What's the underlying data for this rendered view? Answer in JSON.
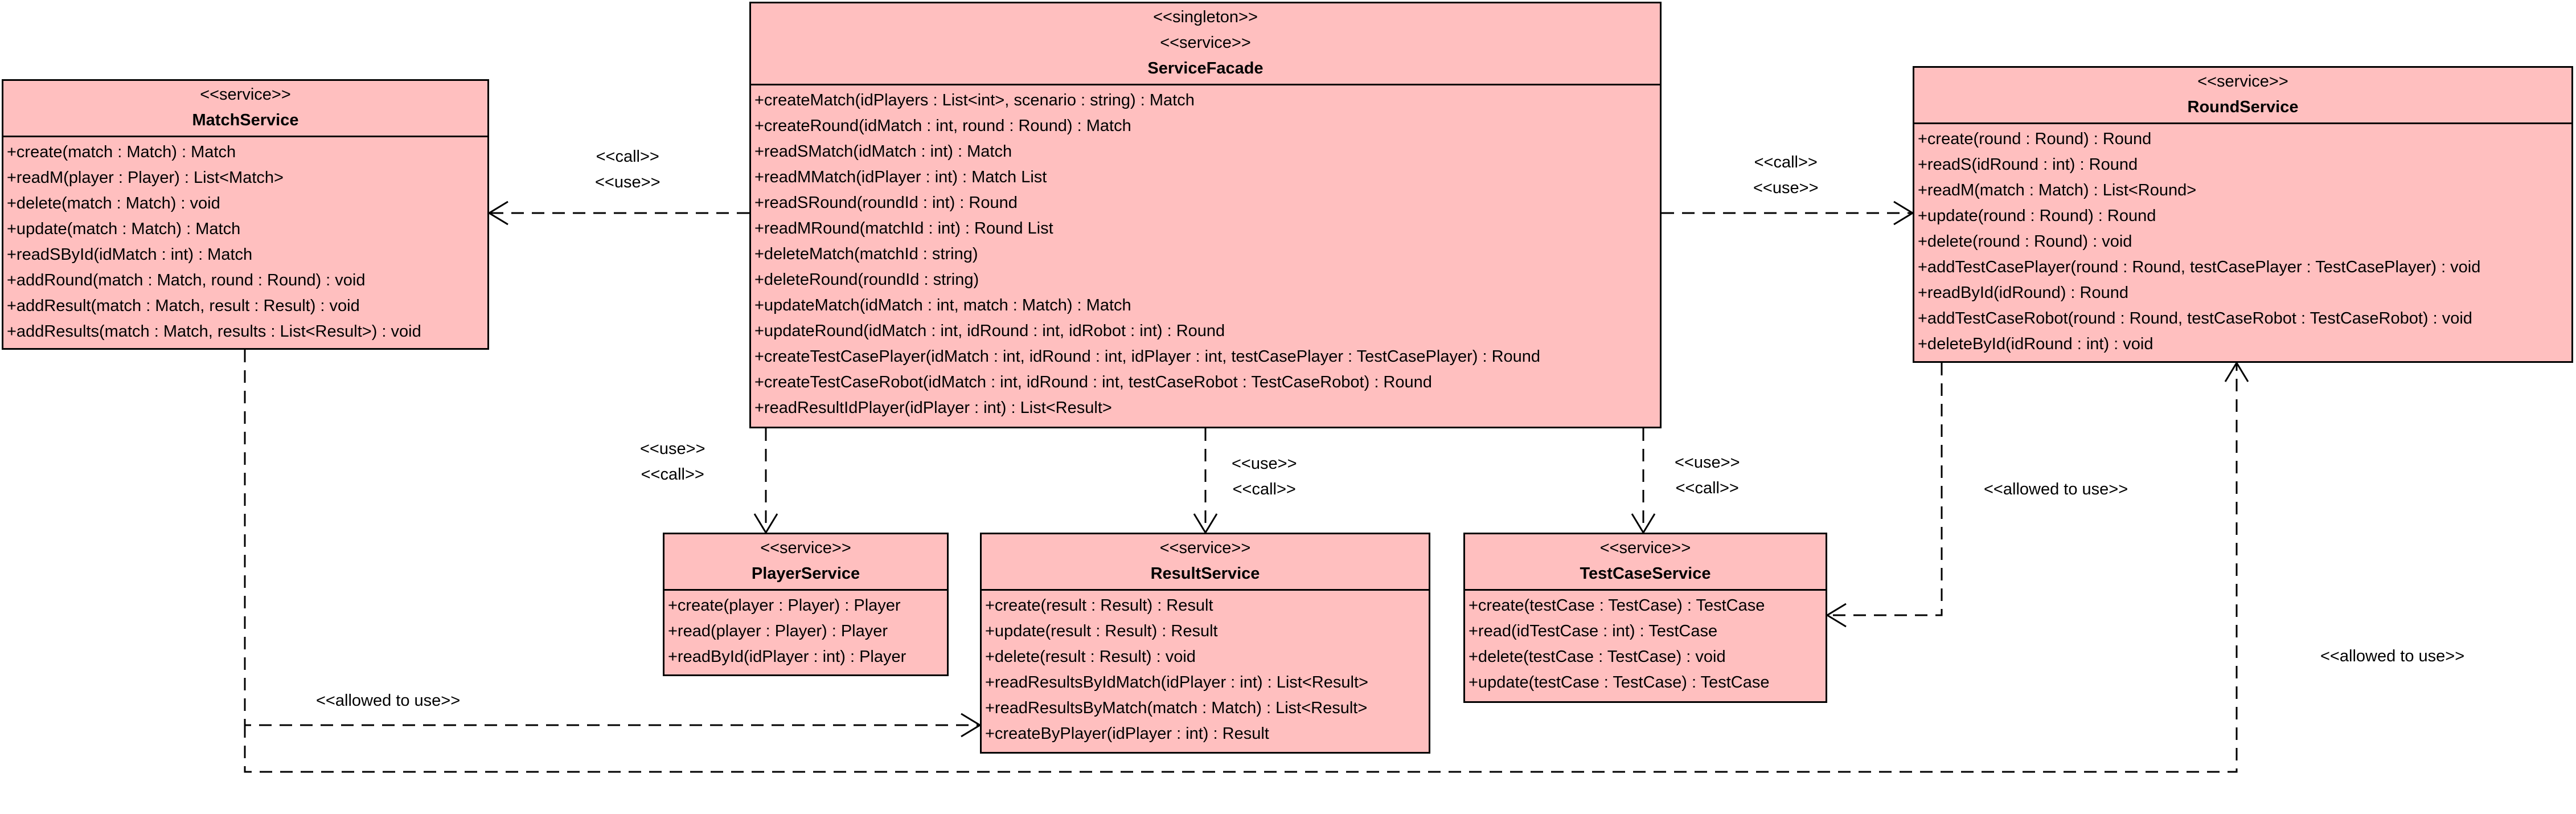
{
  "classes": {
    "facade": {
      "stereotypes": [
        "<<singleton>>",
        "<<service>>"
      ],
      "name": "ServiceFacade",
      "operations": [
        "+createMatch(idPlayers : List<int>, scenario : string) : Match",
        "+createRound(idMatch : int, round : Round) : Match",
        "+readSMatch(idMatch : int) : Match",
        "+readMMatch(idPlayer : int) : Match List",
        "+readSRound(roundId : int) : Round",
        "+readMRound(matchId : int) : Round List",
        "+deleteMatch(matchId : string)",
        "+deleteRound(roundId : string)",
        "+updateMatch(idMatch : int, match : Match) : Match",
        "+updateRound(idMatch : int, idRound : int, idRobot : int) : Round",
        "+createTestCasePlayer(idMatch : int, idRound : int, idPlayer : int, testCasePlayer : TestCasePlayer) : Round",
        "+createTestCaseRobot(idMatch : int, idRound : int, testCaseRobot : TestCaseRobot) : Round",
        "+readResultIdPlayer(idPlayer : int) : List<Result>"
      ]
    },
    "match": {
      "stereotype": "<<service>>",
      "name": "MatchService",
      "operations": [
        "+create(match : Match) : Match",
        "+readM(player : Player) : List<Match>",
        "+delete(match : Match) : void",
        "+update(match : Match) : Match",
        "+readSById(idMatch : int) : Match",
        "+addRound(match : Match, round : Round) : void",
        "+addResult(match : Match, result : Result) : void",
        "+addResults(match : Match, results : List<Result>) : void"
      ]
    },
    "round": {
      "stereotype": "<<service>>",
      "name": "RoundService",
      "operations": [
        "+create(round : Round) : Round",
        "+readS(idRound : int) : Round",
        "+readM(match : Match) : List<Round>",
        "+update(round : Round) : Round",
        "+delete(round : Round) : void",
        "+addTestCasePlayer(round : Round, testCasePlayer : TestCasePlayer) : void",
        "+readById(idRound) : Round",
        "+addTestCaseRobot(round : Round, testCaseRobot : TestCaseRobot) : void",
        "+deleteById(idRound : int) : void"
      ]
    },
    "player": {
      "stereotype": "<<service>>",
      "name": "PlayerService",
      "operations": [
        "+create(player : Player) : Player",
        "+read(player : Player) : Player",
        "+readById(idPlayer : int) : Player"
      ]
    },
    "result": {
      "stereotype": "<<service>>",
      "name": "ResultService",
      "operations": [
        "+create(result : Result) : Result",
        "+update(result : Result) : Result",
        "+delete(result : Result) : void",
        "+readResultsByIdMatch(idPlayer : int) : List<Result>",
        "+readResultsByMatch(match : Match) : List<Result>",
        "+createByPlayer(idPlayer : int) : Result"
      ]
    },
    "testcase": {
      "stereotype": "<<service>>",
      "name": "TestCaseService",
      "operations": [
        "+create(testCase : TestCase) : TestCase",
        "+read(idTestCase : int) : TestCase",
        "+delete(testCase : TestCase) : void",
        "+update(testCase : TestCase) : TestCase"
      ]
    }
  },
  "edge_labels": {
    "facade_match": [
      "<<call>>",
      "<<use>>"
    ],
    "facade_round": [
      "<<call>>",
      "<<use>>"
    ],
    "facade_player": [
      "<<use>>",
      "<<call>>"
    ],
    "facade_result": [
      "<<use>>",
      "<<call>>"
    ],
    "facade_testcase": [
      "<<use>>",
      "<<call>>"
    ],
    "round_testcase": "<<allowed to use>>",
    "match_result": "<<allowed to use>>",
    "match_round": "<<allowed to use>>"
  }
}
